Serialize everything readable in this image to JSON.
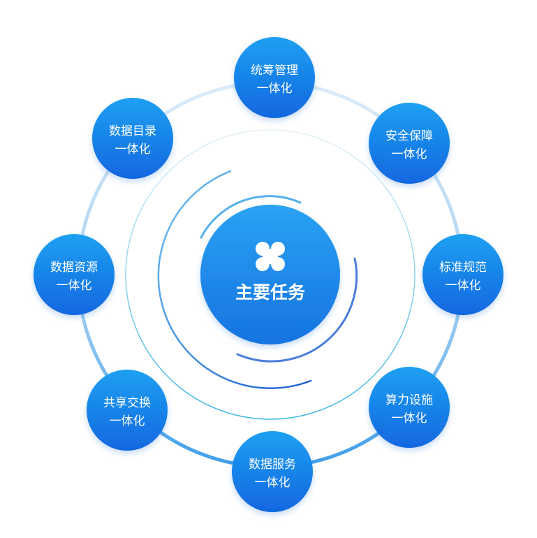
{
  "center": {
    "title": "主要任务",
    "icon": "four-petal-clover-icon"
  },
  "nodes": [
    {
      "id": "tongchou-guanli",
      "line1": "统筹管理",
      "line2": "一体化"
    },
    {
      "id": "anquan-baozhang",
      "line1": "安全保障",
      "line2": "一体化"
    },
    {
      "id": "biaozhun-guifan",
      "line1": "标准规范",
      "line2": "一体化"
    },
    {
      "id": "suanli-sheshi",
      "line1": "算力设施",
      "line2": "一体化"
    },
    {
      "id": "shuju-fuwu",
      "line1": "数据服务",
      "line2": "一体化"
    },
    {
      "id": "gongxiang-jiaohuan",
      "line1": "共享交换",
      "line2": "一体化"
    },
    {
      "id": "shuju-ziyuan",
      "line1": "数据资源",
      "line2": "一体化"
    },
    {
      "id": "shuju-mulu",
      "line1": "数据目录",
      "line2": "一体化"
    }
  ],
  "colors": {
    "node_light": "#1ea0f2",
    "node_dark": "#1167e0",
    "center_light": "#2aa2f3",
    "center_dark": "#1673e2",
    "ring_outer": "#d4e6f7",
    "ring_outer_accent": "#4aa4ea",
    "ring_inner": "#bfe3f2",
    "arc_inner": "#2474d8"
  }
}
